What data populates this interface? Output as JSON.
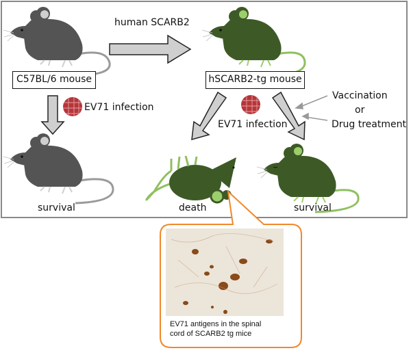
{
  "labels": {
    "transgene": "human SCARB2",
    "wildtype_box": "C57BL/6 mouse",
    "tg_box": "hSCARB2-tg mouse",
    "infection_left": "EV71 infection",
    "infection_right": "EV71 infection",
    "vaccination": "Vaccination",
    "or": "or",
    "drug": "Drug treatment",
    "survival_left": "survival",
    "death": "death",
    "survival_right": "survival"
  },
  "callout": {
    "line1": "EV71 antigens in the spinal",
    "line2": "cord of SCARB2 tg mice"
  },
  "colors": {
    "wildtype_mouse": "#545454",
    "tg_mouse": "#3d5a26",
    "tg_accent": "#9ccf6c",
    "virus": "#b5363a",
    "arrow_fill": "#cfcfcf",
    "callout_border": "#f0882a",
    "frame": "#888888"
  }
}
